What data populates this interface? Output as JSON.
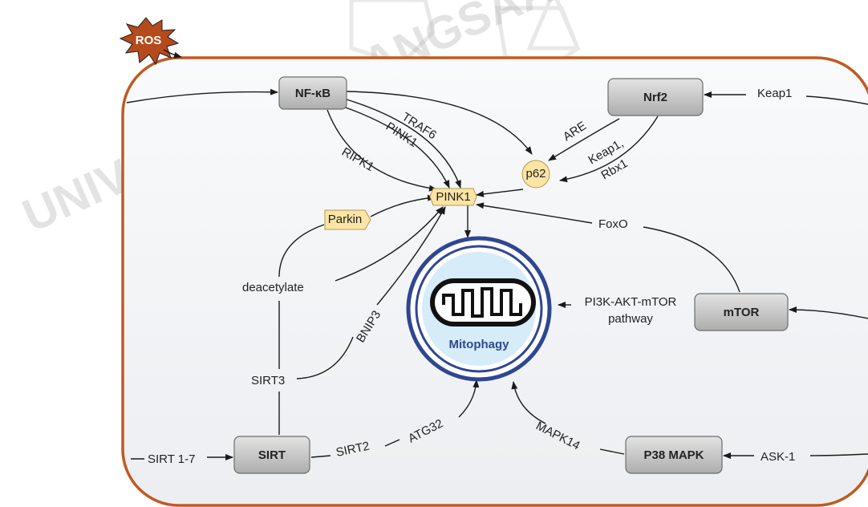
{
  "watermark": {
    "text": "UNIVERSITI KEBANGSAAN"
  },
  "ros": {
    "label": "ROS"
  },
  "nodes": {
    "nfkb": "NF-κB",
    "nrf2": "Nrf2",
    "mtor": "mTOR",
    "sirt": "SIRT",
    "p38": "P38 MAPK",
    "pink1": "PINK1",
    "parkin": "Parkin",
    "p62": "p62",
    "mitophagy": "Mitophagy"
  },
  "labels": {
    "keap1": "Keap1",
    "traf6": "TRAF6",
    "pink1_small": "PINK1",
    "ripk1": "RIPK1",
    "are": "ARE",
    "keap1_rbx1_a": "Keap1,",
    "keap1_rbx1_b": "Rbx1",
    "foxo": "FoxO",
    "deacetylate": "deacetylate",
    "bnip3": "BNIP3",
    "pi3k_a": "PI3K-AKT-mTOR",
    "pi3k_b": "pathway",
    "sirt3": "SIRT3",
    "sirt17": "SIRT 1-7",
    "sirt2": "SIRT2",
    "atg32": "ATG32",
    "mapk14": "MAPK14",
    "ask1": "ASK-1"
  },
  "colors": {
    "cell_border": "#c05a22",
    "mito_ring": "#2f4791",
    "mito_fill": "#d6ecf8",
    "mito_text": "#2f4791",
    "ros_fill": "#b54a1c",
    "small_fill": "#fbe4a4",
    "small_stroke": "#b89a52",
    "box_stroke": "#6d6d6d"
  }
}
